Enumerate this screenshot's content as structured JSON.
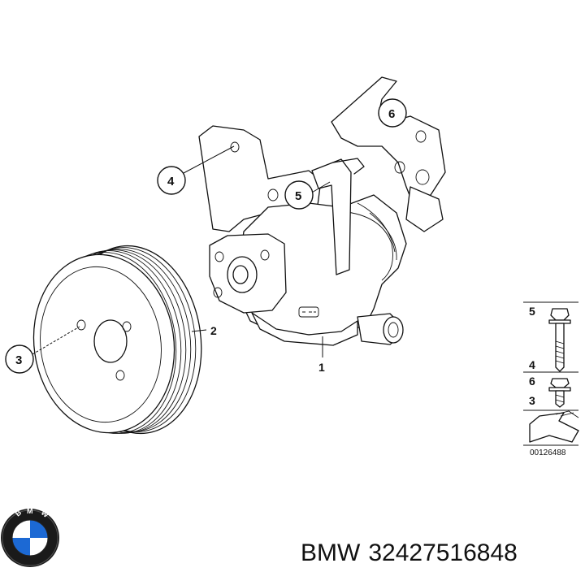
{
  "callouts": {
    "c1": "1",
    "c2": "2",
    "c3": "3",
    "c4": "4",
    "c5": "5",
    "c6": "6"
  },
  "hardware_kit": {
    "bolt_long_top": "5",
    "bolt_long_bottom": "4",
    "bolt_short_top": "6",
    "bolt_short_bottom": "3"
  },
  "diagram_code": "00126488",
  "caption": {
    "brand": "BMW",
    "part_number": "32427516848"
  },
  "colors": {
    "ink": "#111111",
    "background": "#ffffff",
    "logo_blue": "#1c69d4",
    "logo_ring": "#1a1a1a"
  },
  "icons": {
    "logo": "bmw-roundel-icon",
    "arrow": "direction-arrow-icon"
  }
}
